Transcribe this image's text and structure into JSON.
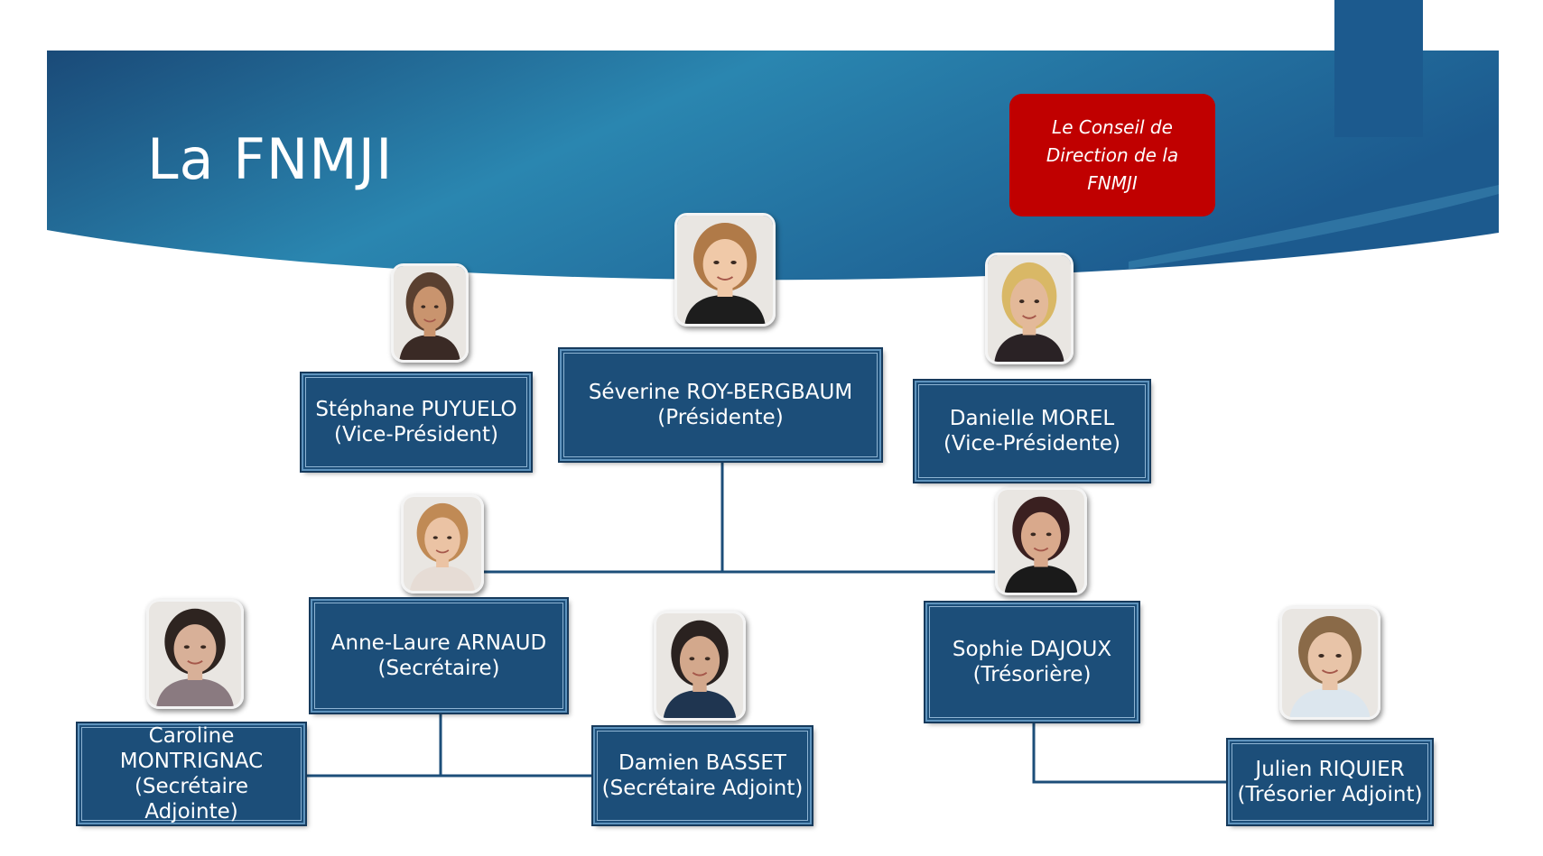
{
  "slide": {
    "title": "La FNMJI",
    "badge_lines": [
      "Le Conseil de",
      "Direction de la",
      "FNMJI"
    ],
    "colors": {
      "banner_dark": "#1a4a78",
      "banner_light": "#2a86b0",
      "box": "#1c4e79",
      "badge": "#c00000",
      "connector": "#1c4e79"
    }
  },
  "members": [
    {
      "id": "severine",
      "name": "Séverine ROY-BERGBAUM",
      "role": "(Présidente)",
      "hair": "#b07a48",
      "skin": "#f0c9a8",
      "shirt": "#1d1d1d"
    },
    {
      "id": "stephane",
      "name": "Stéphane PUYUELO",
      "role": "(Vice-Président)",
      "hair": "#5a4030",
      "skin": "#c9946e",
      "shirt": "#3a2a25"
    },
    {
      "id": "danielle",
      "name": "Danielle MOREL",
      "role": "(Vice-Présidente)",
      "hair": "#d9b866",
      "skin": "#e3b999",
      "shirt": "#2a2225"
    },
    {
      "id": "annelaure",
      "name": "Anne-Laure ARNAUD",
      "role": "(Secrétaire)",
      "hair": "#c08a55",
      "skin": "#ebc3a4",
      "shirt": "#e6dcd5"
    },
    {
      "id": "sophie",
      "name": "Sophie DAJOUX",
      "role": "(Trésorière)",
      "hair": "#3a2020",
      "skin": "#d9a98c",
      "shirt": "#1a1a1a"
    },
    {
      "id": "caroline",
      "name": "Caroline MONTRIGNAC",
      "role": "(Secrétaire Adjointe)",
      "hair": "#2e2420",
      "skin": "#d8b098",
      "shirt": "#8a7a80"
    },
    {
      "id": "damien",
      "name": "Damien BASSET",
      "role": "(Secrétaire Adjoint)",
      "hair": "#2a2220",
      "skin": "#d3a88c",
      "shirt": "#1f3550"
    },
    {
      "id": "julien",
      "name": "Julien RIQUIER",
      "role": "(Trésorier Adjoint)",
      "hair": "#8a6a48",
      "skin": "#e8c4a8",
      "shirt": "#dce6ee"
    }
  ]
}
